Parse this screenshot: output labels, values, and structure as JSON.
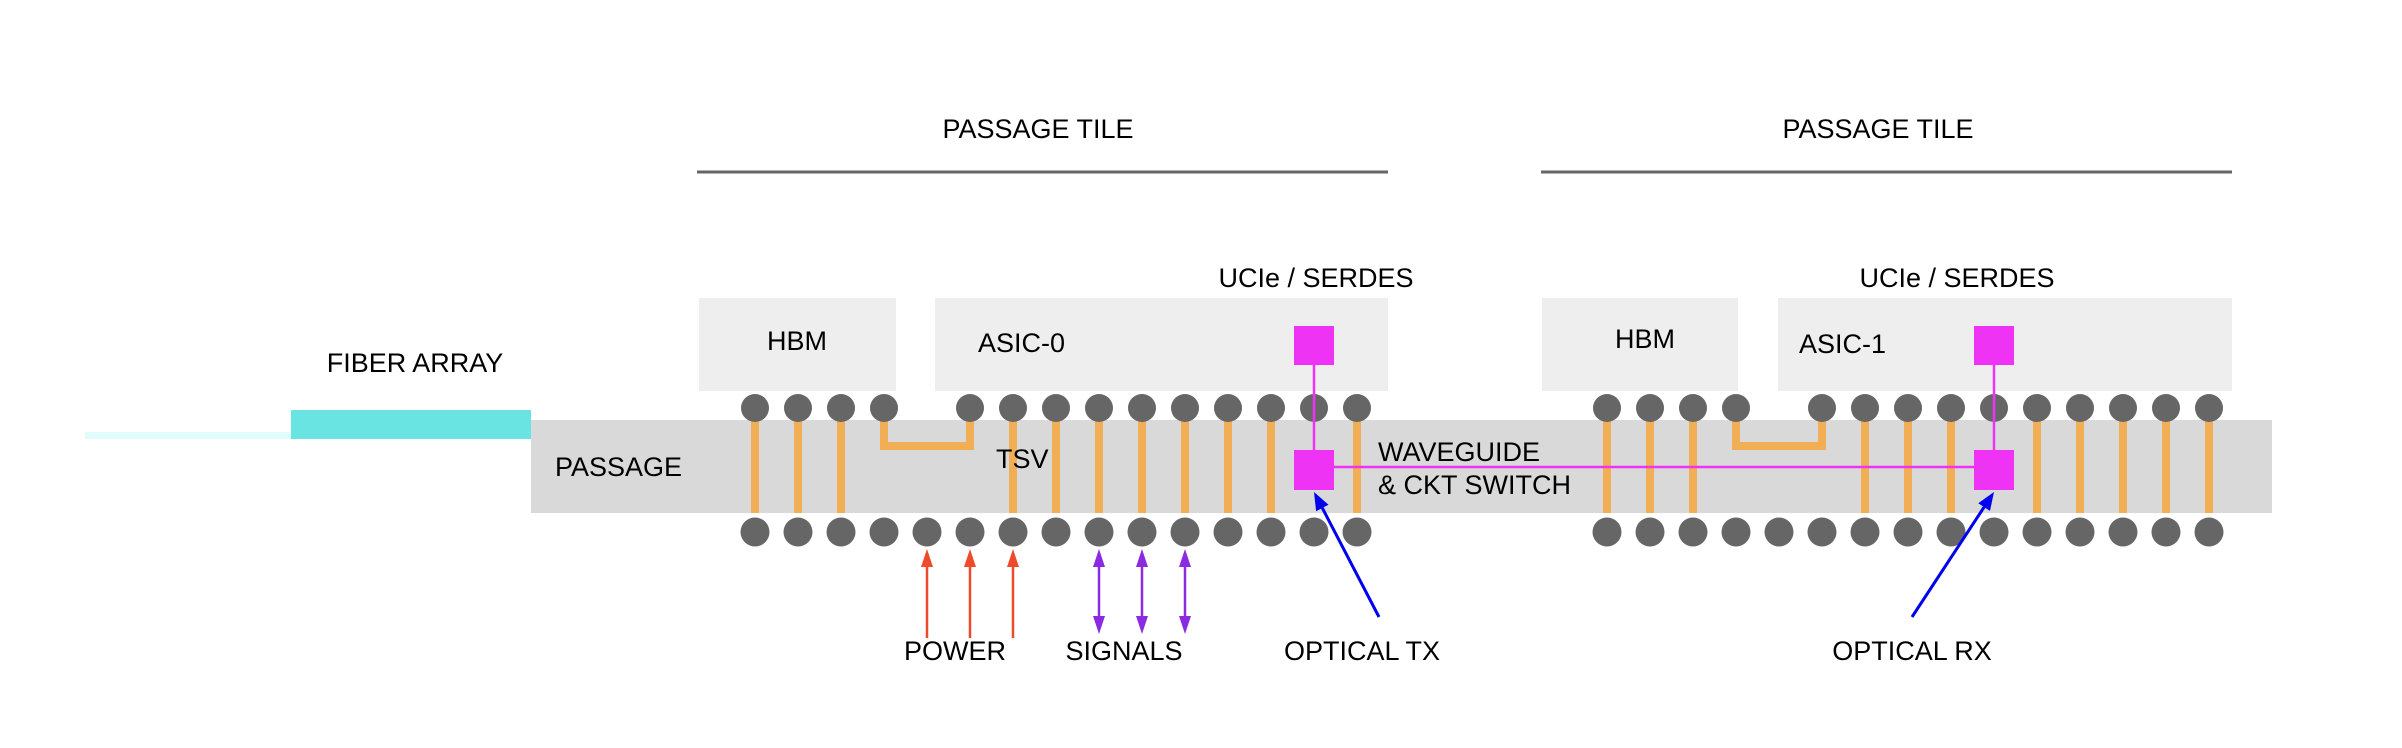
{
  "labels": {
    "tile_left": "PASSAGE TILE",
    "tile_right": "PASSAGE TILE",
    "ucie_left": "UCIe / SERDES",
    "ucie_right": "UCIe / SERDES",
    "hbm_left": "HBM",
    "hbm_right": "HBM",
    "asic_left": "ASIC-0",
    "asic_right": "ASIC-1",
    "fiber_array": "FIBER ARRAY",
    "passage": "PASSAGE",
    "tsv": "TSV",
    "waveguide_line1": "WAVEGUIDE",
    "waveguide_line2": "& CKT SWITCH",
    "power": "POWER",
    "signals": "SIGNALS",
    "optical_tx": "OPTICAL TX",
    "optical_rx": "OPTICAL RX"
  },
  "colors": {
    "fiber": "#6ae4e3",
    "fiber_light": "#e0fcfc",
    "passage": "#d9d9d9",
    "chip": "#eeeeee",
    "ball": "#666666",
    "tsv": "#f2ae55",
    "optical": "#ee33f5",
    "power_arrow": "#ee4b2b",
    "signal_arrow": "#8a2be2",
    "pointer_arrow": "#0000ee",
    "tile_rule": "#666666"
  },
  "tiles": [
    {
      "name": "left",
      "top_ball_count": 14,
      "top_ball_gap_after": 4,
      "bottom_ball_count": 15,
      "tsv_straight_columns": [
        0,
        1,
        2,
        6,
        7,
        8,
        9,
        10,
        11,
        12,
        14
      ],
      "tsv_bridge": [
        3,
        4
      ],
      "optical_column": 13,
      "power_columns": [
        4,
        5,
        6
      ],
      "signal_columns": [
        8,
        9,
        10
      ]
    },
    {
      "name": "right",
      "top_ball_count": 14,
      "top_ball_gap_after": 4,
      "bottom_ball_count": 15,
      "tsv_straight_columns": [
        0,
        1,
        2,
        6,
        7,
        8,
        10,
        11,
        12,
        13,
        14
      ],
      "tsv_bridge": [
        3,
        4
      ],
      "optical_column": 9,
      "power_columns": [],
      "signal_columns": []
    }
  ]
}
